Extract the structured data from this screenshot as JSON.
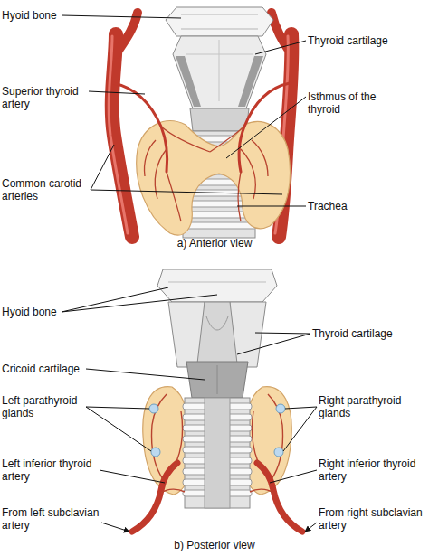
{
  "diagram": {
    "labels": [
      "Hyoid bone",
      "Thyroid cartilage",
      "Superior thyroid artery",
      "Isthmus of the thyroid",
      "Common carotid arteries",
      "Trachea",
      "a) Anterior view",
      "Hyoid bone",
      "Thyroid cartilage",
      "Cricoid cartilage",
      "Left parathyroid glands",
      "Right parathyroid glands",
      "Left inferior thyroid artery",
      "Right inferior thyroid artery",
      "From left subclavian artery",
      "From right subclavian artery",
      "b) Posterior view"
    ]
  }
}
